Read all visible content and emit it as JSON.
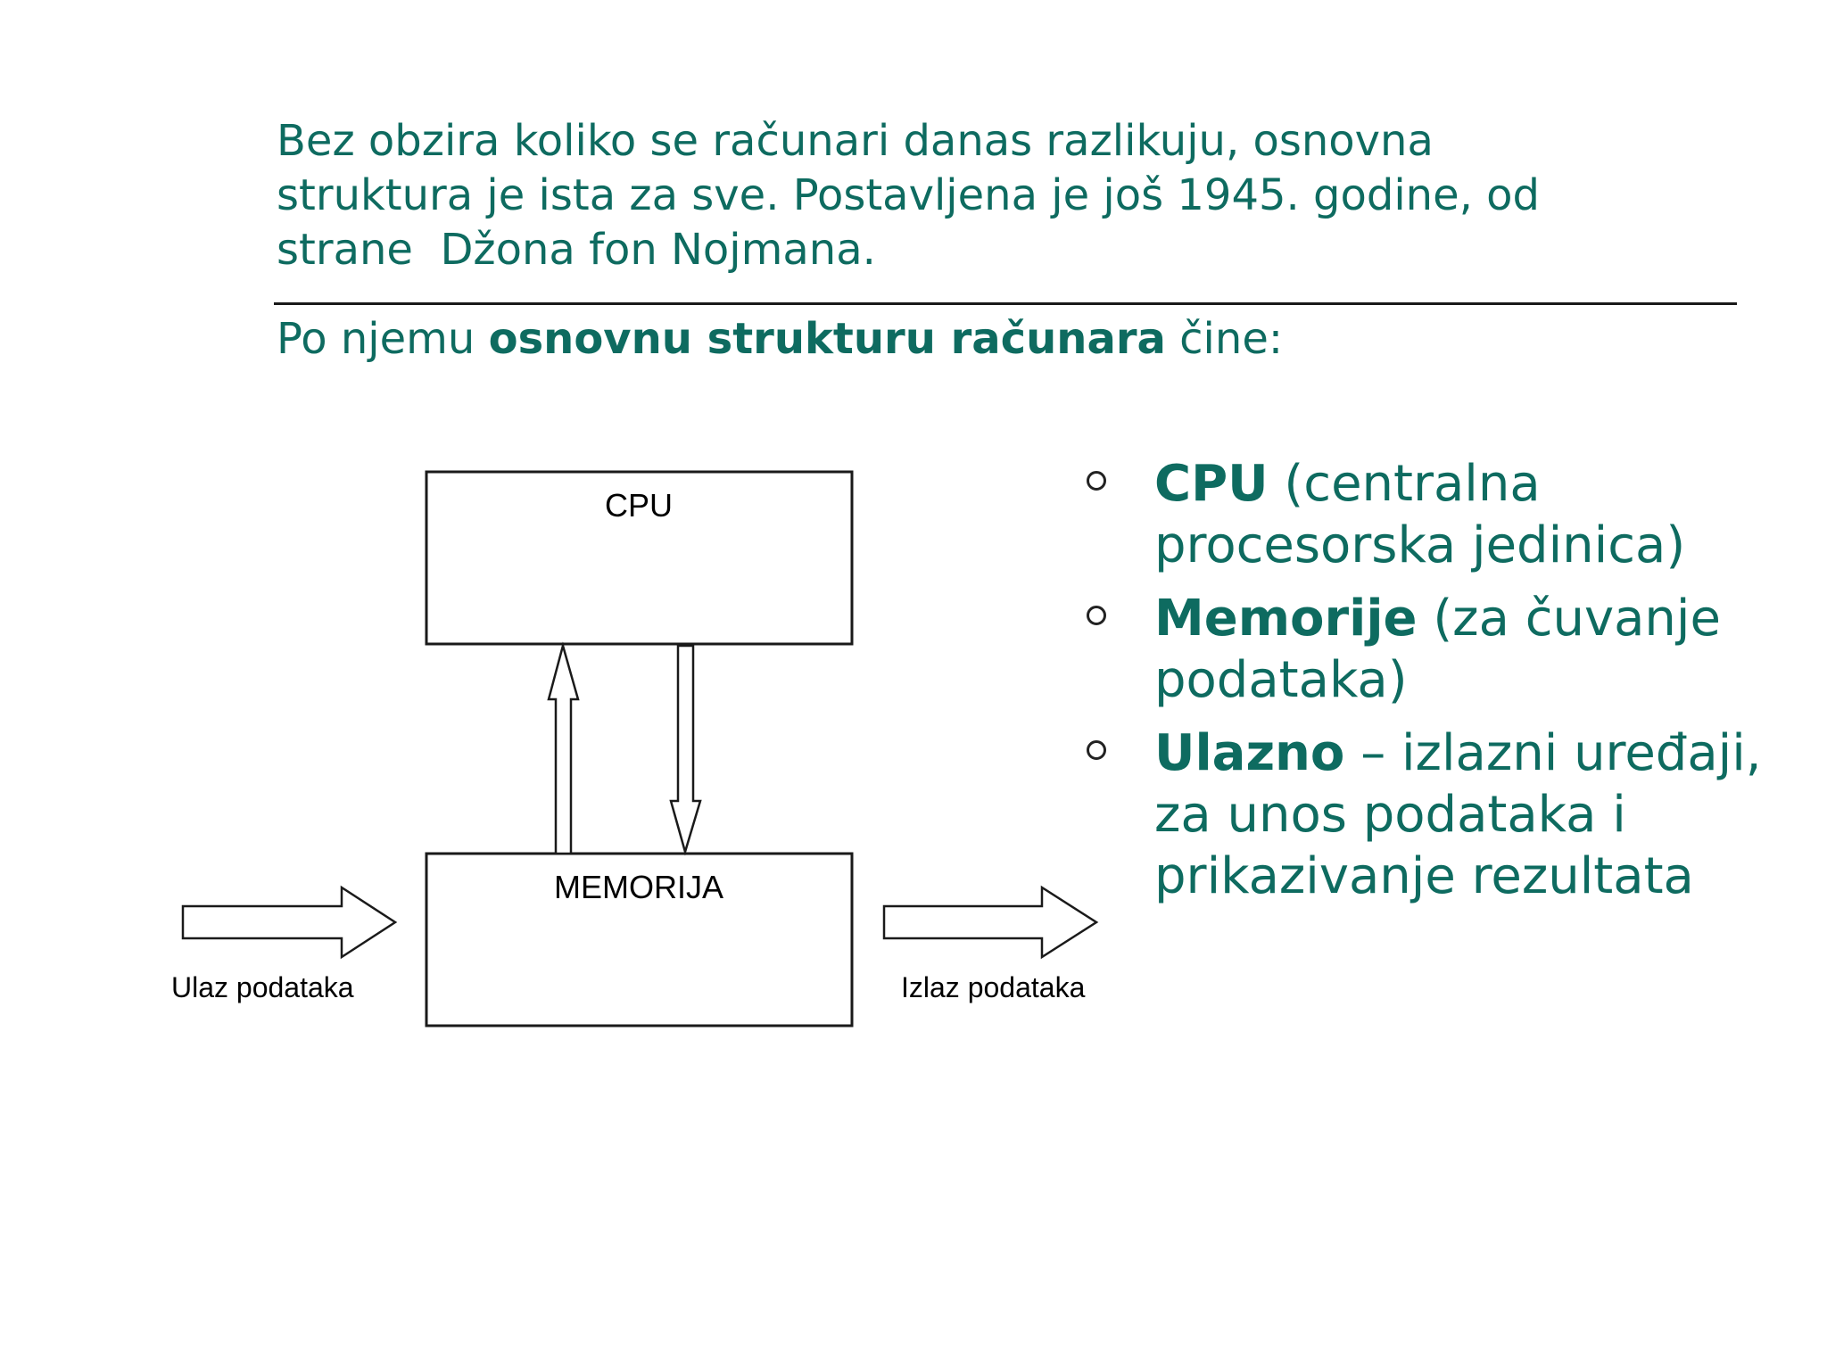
{
  "intro": {
    "line1": "Bez obzira koliko se računari danas razlikuju, osnovna",
    "line2": "struktura je ista za sve. Postavljena je još 1945. godine, od",
    "line3": "strane  Džona fon Nojmana."
  },
  "subline": {
    "prefix": "Po njemu ",
    "bold": "osnovnu strukturu računara",
    "suffix": " čine:"
  },
  "diagram": {
    "cpu_label": "CPU",
    "memory_label": "MEMORIJA",
    "input_label": "Ulaz podataka",
    "output_label": "Izlaz podataka"
  },
  "bullets": [
    {
      "bold": "CPU",
      "rest": " (centralna procesorska jedinica)"
    },
    {
      "bold": "Memorije",
      "rest": " (za čuvanje podataka)"
    },
    {
      "bold": "Ulazno",
      "rest": " – izlazni uređaji, za unos podataka i prikazivanje rezultata"
    }
  ],
  "colors": {
    "text_teal": "#0e6b60",
    "diagram_stroke": "#1a1a1a"
  }
}
